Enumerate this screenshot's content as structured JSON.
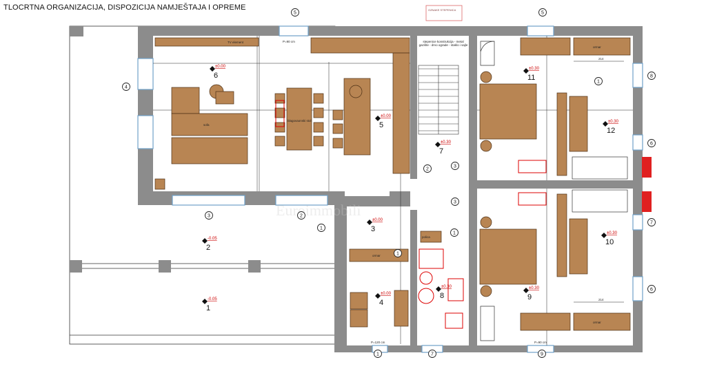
{
  "title": "TLOCRTNA ORGANIZACIJA, DISPOZICIJA NAMJEŠTAJA I OPREME",
  "watermark": "Euroimmobili",
  "colors": {
    "wall": "#8c8c8c",
    "furniture": "#b88553",
    "furniture_edge": "#4a2e14",
    "annotation": "#d00000",
    "window": "#6fa0c8"
  },
  "legend_note": "OZNAKE STEPENICA",
  "rooms": [
    {
      "number": "1",
      "elevation": "-0.05"
    },
    {
      "number": "2",
      "elevation": "-0.05"
    },
    {
      "number": "3",
      "elevation": "±0.00"
    },
    {
      "number": "4",
      "elevation": "±0.00"
    },
    {
      "number": "5",
      "elevation": "±0.00"
    },
    {
      "number": "6",
      "elevation": "±0.00"
    },
    {
      "number": "7",
      "elevation": "±0.30"
    },
    {
      "number": "8",
      "elevation": "±0.30"
    },
    {
      "number": "9",
      "elevation": "±0.30"
    },
    {
      "number": "10",
      "elevation": "±0.30"
    },
    {
      "number": "11",
      "elevation": "±0.30"
    },
    {
      "number": "12",
      "elevation": "±0.30"
    }
  ],
  "axis_markers": [
    "5",
    "4",
    "3",
    "2",
    "1",
    "2",
    "3",
    "3",
    "1",
    "1",
    "1",
    "1",
    "7",
    "9",
    "8",
    "6",
    "7",
    "7",
    "6",
    "5"
  ],
  "labels": {
    "tv": "TV element",
    "sofa": "sofa",
    "dining": "blagovaonski stol",
    "stairs": "stepenice konstrukcija - metal gazište - drvo ograde - staklo i sajle",
    "wardrobe": "ormar",
    "door_top": "P=90 cm",
    "door_bottom": "P=120 cm",
    "door_right_bottom": "P=90 cm",
    "shelf": "polica",
    "dim_214": "214",
    "dim_214b": "214"
  }
}
